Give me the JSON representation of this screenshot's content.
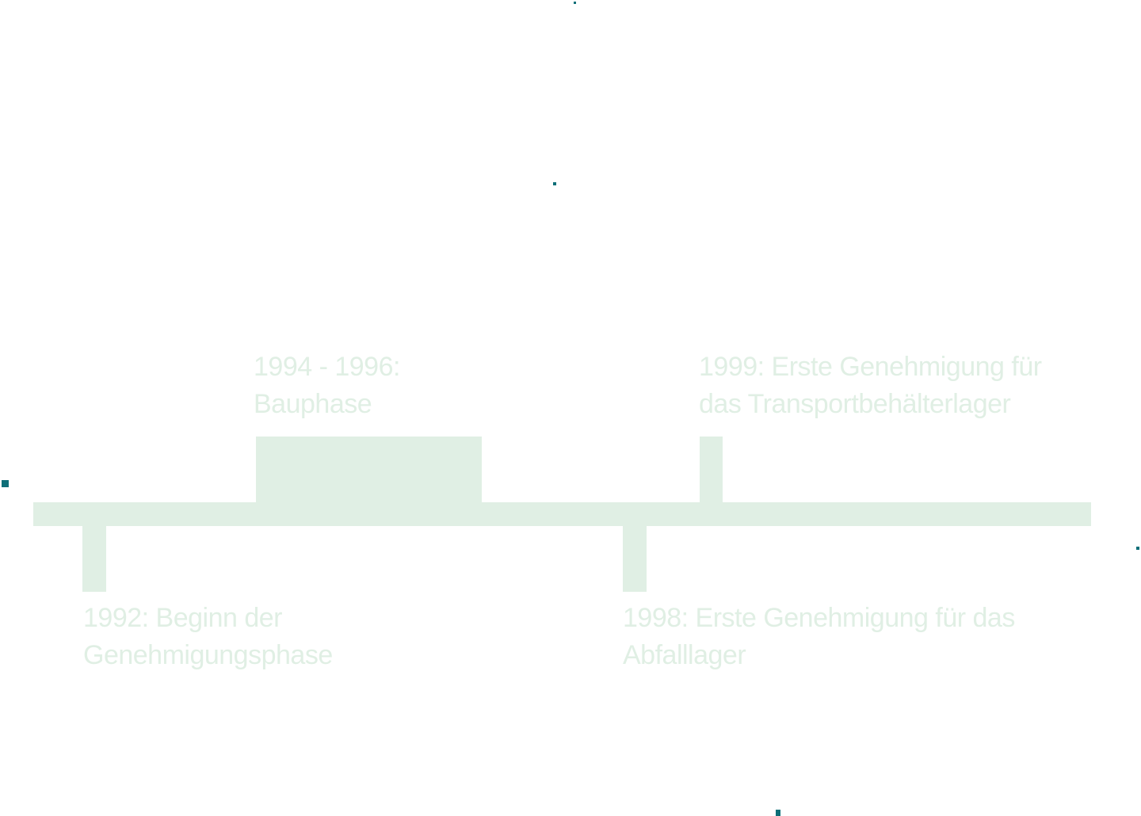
{
  "timeline": {
    "events": [
      {
        "line1": "1992: Beginn der",
        "line2": "Genehmigungsphase"
      },
      {
        "line1": "1994 - 1996:",
        "line2": "Bauphase"
      },
      {
        "line1": "1998: Erste Genehmigung für das",
        "line2": "Abfalllager"
      },
      {
        "line1": "1999: Erste Genehmigung für",
        "line2": "das Transportbehälterlager"
      }
    ]
  },
  "colors": {
    "timeline": "#e0efe4",
    "dots": "#0e6f78"
  }
}
